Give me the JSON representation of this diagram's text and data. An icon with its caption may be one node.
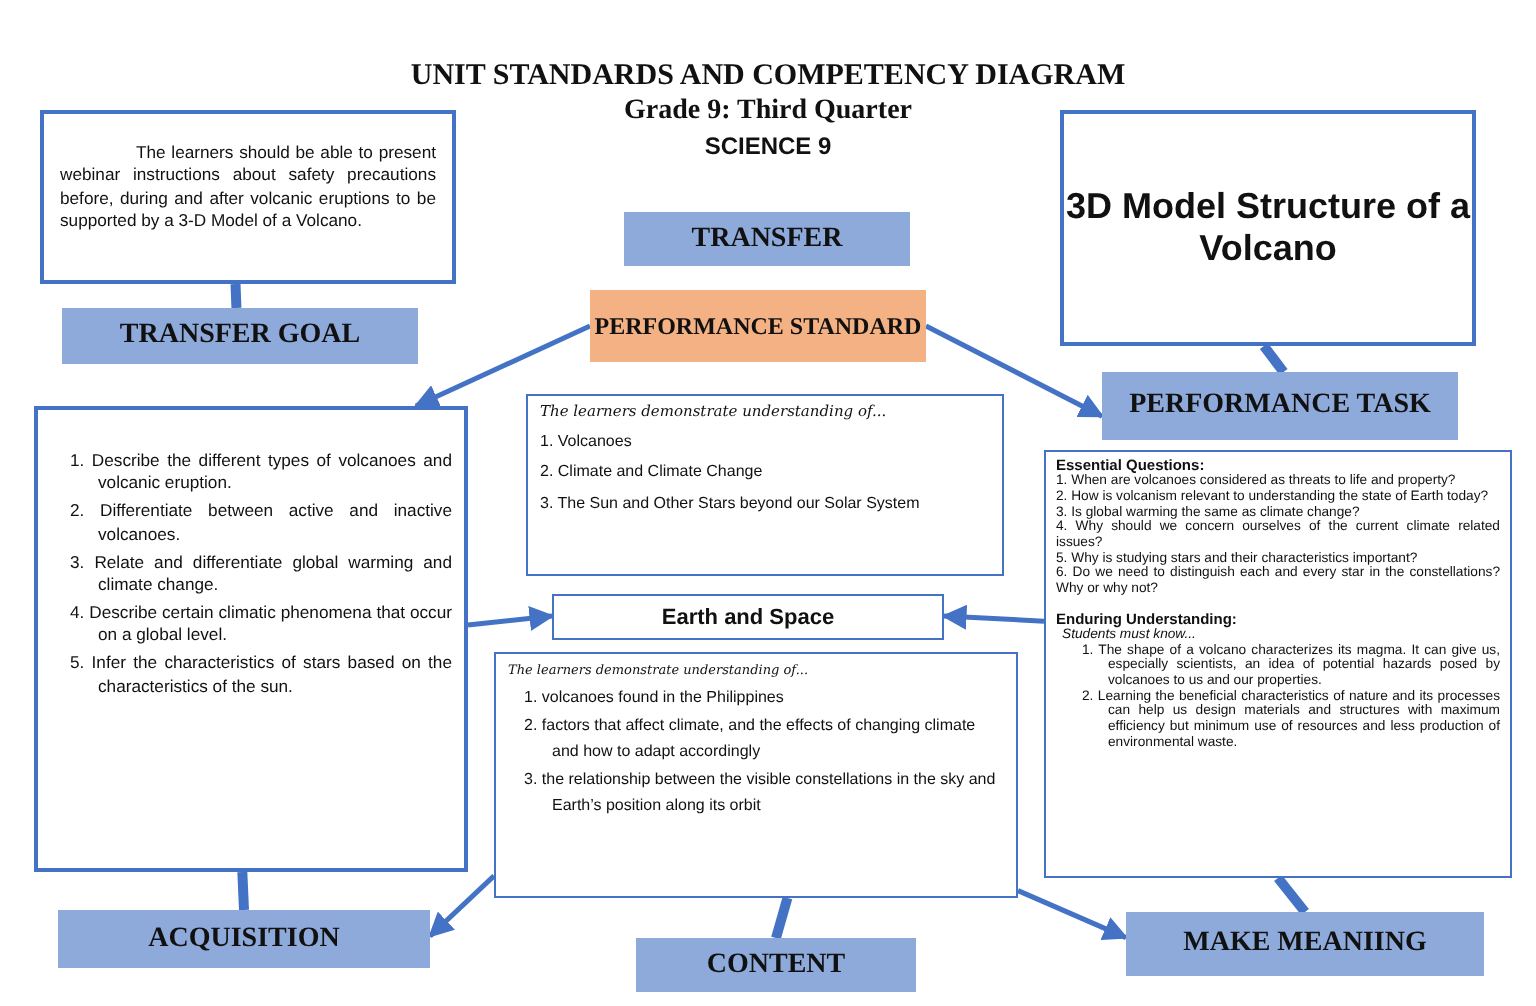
{
  "diagram": {
    "title": "UNIT STANDARDS AND COMPETENCY DIAGRAM",
    "nodes": [
      {
        "text": [
          "The learners should be able to present webinar instructions about safety precautions before, during and after volcanic eruptions to be supported by a 3-D Model of a Volcano."
        ]
      },
      {
        "text": [
          "TRANSFER GOAL"
        ]
      },
      {
        "text": [
          "TRANSFER"
        ]
      },
      {
        "text": [
          "PERFORMANCE STANDARD"
        ]
      },
      {
        "text": [
          "3D Model Structure of a Volcano"
        ]
      },
      {
        "text": [
          "PERFORMANCE TASK"
        ]
      },
      {
        "text": [
          "1. Describe the different types of volcanoes and volcanic eruption.",
          "2. Differentiate between active and inactive volcanoes.",
          "3. Relate and differentiate global warming and climate change.",
          "4. Describe certain climatic phenomena that occur on a global level.",
          "5. Infer the characteristics of stars based on the characteristics of the sun."
        ]
      },
      {
        "text": [
          "The learners demonstrate understanding of...",
          "1. Volcanoes",
          "2. Climate and Climate Change",
          "3. The Sun and Other Stars beyond our Solar System"
        ]
      },
      {
        "text": [
          "Earth and Space"
        ]
      },
      {
        "text": [
          "The learners demonstrate understanding of...",
          "1. volcanoes found in the Philippines",
          "2. factors that affect climate, and the effects of changing climate and how to adapt accordingly",
          "3. the relationship between the visible constellations in the sky and Earth’s position along its orbit"
        ]
      },
      {
        "text": [
          "Essential Questions:",
          "1. When are volcanoes considered as threats to life and property?",
          "2. How is volcanism relevant to understanding the state of Earth today?",
          "3. Is global warming the same as climate change?",
          "4. Why should we concern ourselves of the current climate related issues?",
          "5. Why is studying stars and their characteristics important?",
          "6. Do we need to distinguish each and every star in the constellations? Why or why not?",
          "Enduring Understanding:",
          "Students must know...",
          "1. The shape of a volcano characterizes its magma. It can give us, especially scientists, an idea of potential hazards posed by volcanoes to us and our properties.",
          "2. Learning the beneficial characteristics of nature and its processes can help us design materials and structures with maximum efficiency but minimum use of resources and less production of environmental waste."
        ]
      },
      {
        "text": [
          "ACQUISITION"
        ]
      },
      {
        "text": [
          "CONTENT"
        ]
      },
      {
        "text": [
          "MAKE MEANIING"
        ]
      }
    ],
    "edges": [
      {
        "from": 0,
        "to": 1,
        "arrow": "none",
        "style": "thick"
      },
      {
        "from": 4,
        "to": 5,
        "arrow": "none",
        "style": "thick"
      },
      {
        "from": 3,
        "to": 6,
        "arrow": "to"
      },
      {
        "from": 3,
        "to": 5,
        "arrow": "to"
      },
      {
        "from": 6,
        "to": 8,
        "arrow": "to"
      },
      {
        "from": 10,
        "to": 8,
        "arrow": "to"
      },
      {
        "from": 6,
        "to": 11,
        "arrow": "none",
        "style": "thick"
      },
      {
        "from": 9,
        "to": 11,
        "arrow": "to"
      },
      {
        "from": 9,
        "to": 12,
        "arrow": "none",
        "style": "thick"
      },
      {
        "from": 9,
        "to": 13,
        "arrow": "to"
      },
      {
        "from": 10,
        "to": 13,
        "arrow": "none",
        "style": "thick"
      }
    ],
    "labels": [
      "Grade 9: Third Quarter",
      "SCIENCE 9"
    ]
  }
}
